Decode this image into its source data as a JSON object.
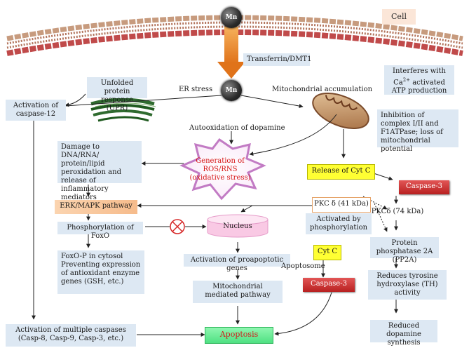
{
  "cell_label": "Cell",
  "mn_label": "Mn",
  "transport": "Transferrin/DMT1",
  "upr": "Unfolded protein response (UPR)",
  "er_stress": "ER stress",
  "mito_accum": "Mitochondrial accumulation",
  "interferes": {
    "line1": "Interferes with",
    "ca": "Ca",
    "sup": "2+",
    "rest": " activated",
    "line3": "ATP production"
  },
  "inhibition": "Inhibition of complex I/II and F1ATPase; loss of mitochondrial potential",
  "casp12": "Activation of caspase-12",
  "autoox": "Autooxidation of dopamine",
  "damage": "Damage to DNA/RNA/ protein/lipid peroxidation and release of inflammatory mediators",
  "ros": {
    "line1": "Generation of",
    "line2": "ROS/RNS",
    "line3": "(oxidative stress)"
  },
  "release_cytc": "Release of Cyt C",
  "caspase3_top": "Caspase-3",
  "erk": "ERK/MAPK pathway",
  "pkc41": "PKC δ (41 kDa)",
  "pkc74": "PKCδ (74 kDa)",
  "activated_by": "Activated by phosphorylation",
  "phos_foxo": "Phosphorylation of FoxO",
  "nucleus": "Nucleus",
  "pp2a": "Protein phosphatase 2A (PP2A)",
  "foxo_p": "FoxO-P in cytosol Preventing expression of antioxidant enzyme genes (GSH, etc.)",
  "proapop": "Activation of proapoptotic genes",
  "cytc": "Cyt C",
  "apoptosome": "Apoptosome",
  "reduces_th": "Reduces tyrosine hydroxylase (TH) activity",
  "mito_mediated": "Mitochondrial mediated pathway",
  "caspase3_mid": "Caspase-3",
  "multi_casp": "Activation of multiple caspases (Casp-8, Casp-9, Casp-3, etc.)",
  "apoptosis": "Apoptosis",
  "reduced_da": "Reduced dopamine synthesis"
}
